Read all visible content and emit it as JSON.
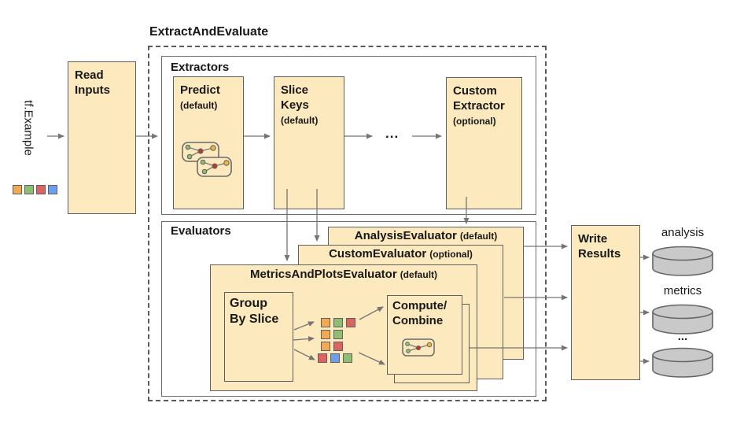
{
  "title": "ExtractAndEvaluate",
  "input": {
    "label": "tf.Example"
  },
  "read_inputs": {
    "label": "Read\nInputs"
  },
  "extractors": {
    "label": "Extractors",
    "ellipsis": "...",
    "predict": {
      "name": "Predict",
      "qualifier": "(default)"
    },
    "slice_keys": {
      "name": "Slice\nKeys",
      "qualifier": "(default)"
    },
    "custom": {
      "name": "Custom\nExtractor",
      "qualifier": "(optional)"
    }
  },
  "evaluators": {
    "label": "Evaluators",
    "analysis": {
      "name": "AnalysisEvaluator",
      "qualifier": "(default)"
    },
    "custom": {
      "name": "CustomEvaluator",
      "qualifier": "(optional)"
    },
    "metrics_and_plots": {
      "name": "MetricsAndPlotsEvaluator",
      "qualifier": "(default)",
      "group_by_slice": {
        "label": "Group\nBy Slice"
      },
      "compute_combine": {
        "label": "Compute/\nCombine"
      }
    }
  },
  "write_results": {
    "label": "Write\nResults"
  },
  "outputs": [
    {
      "label": "analysis"
    },
    {
      "label": "metrics"
    },
    {
      "label": "..."
    }
  ],
  "icons": {
    "predict_box": "model-graph-icon",
    "compute_box": "model-graph-icon",
    "outputs": "database-cylinder-icon",
    "data_squares": "data-record-square"
  },
  "colors": {
    "box_fill": "#FCE9BE",
    "box_border": "#5f5f5f",
    "arrow": "#757575",
    "cylinder_fill": "#C9C9C9",
    "cylinder_border": "#666666",
    "orange": "#F3A952",
    "green": "#8FBE72",
    "red": "#DC6360",
    "blue": "#6D9EEB",
    "dot_green": "#8FBE72",
    "dot_red": "#C0392B",
    "dot_yellow": "#EDB53F"
  },
  "legend_squares": [
    "#F3A952",
    "#8FBE72",
    "#DC6360",
    "#6D9EEB"
  ],
  "slice_rows": [
    [
      "#F3A952",
      "#8FBE72",
      "#DC6360"
    ],
    [
      "#F3A952",
      "#8FBE72"
    ],
    [
      "#F3A952",
      "#DC6360"
    ],
    [
      "#DC6360",
      "#6D9EEB",
      "#8FBE72"
    ]
  ]
}
